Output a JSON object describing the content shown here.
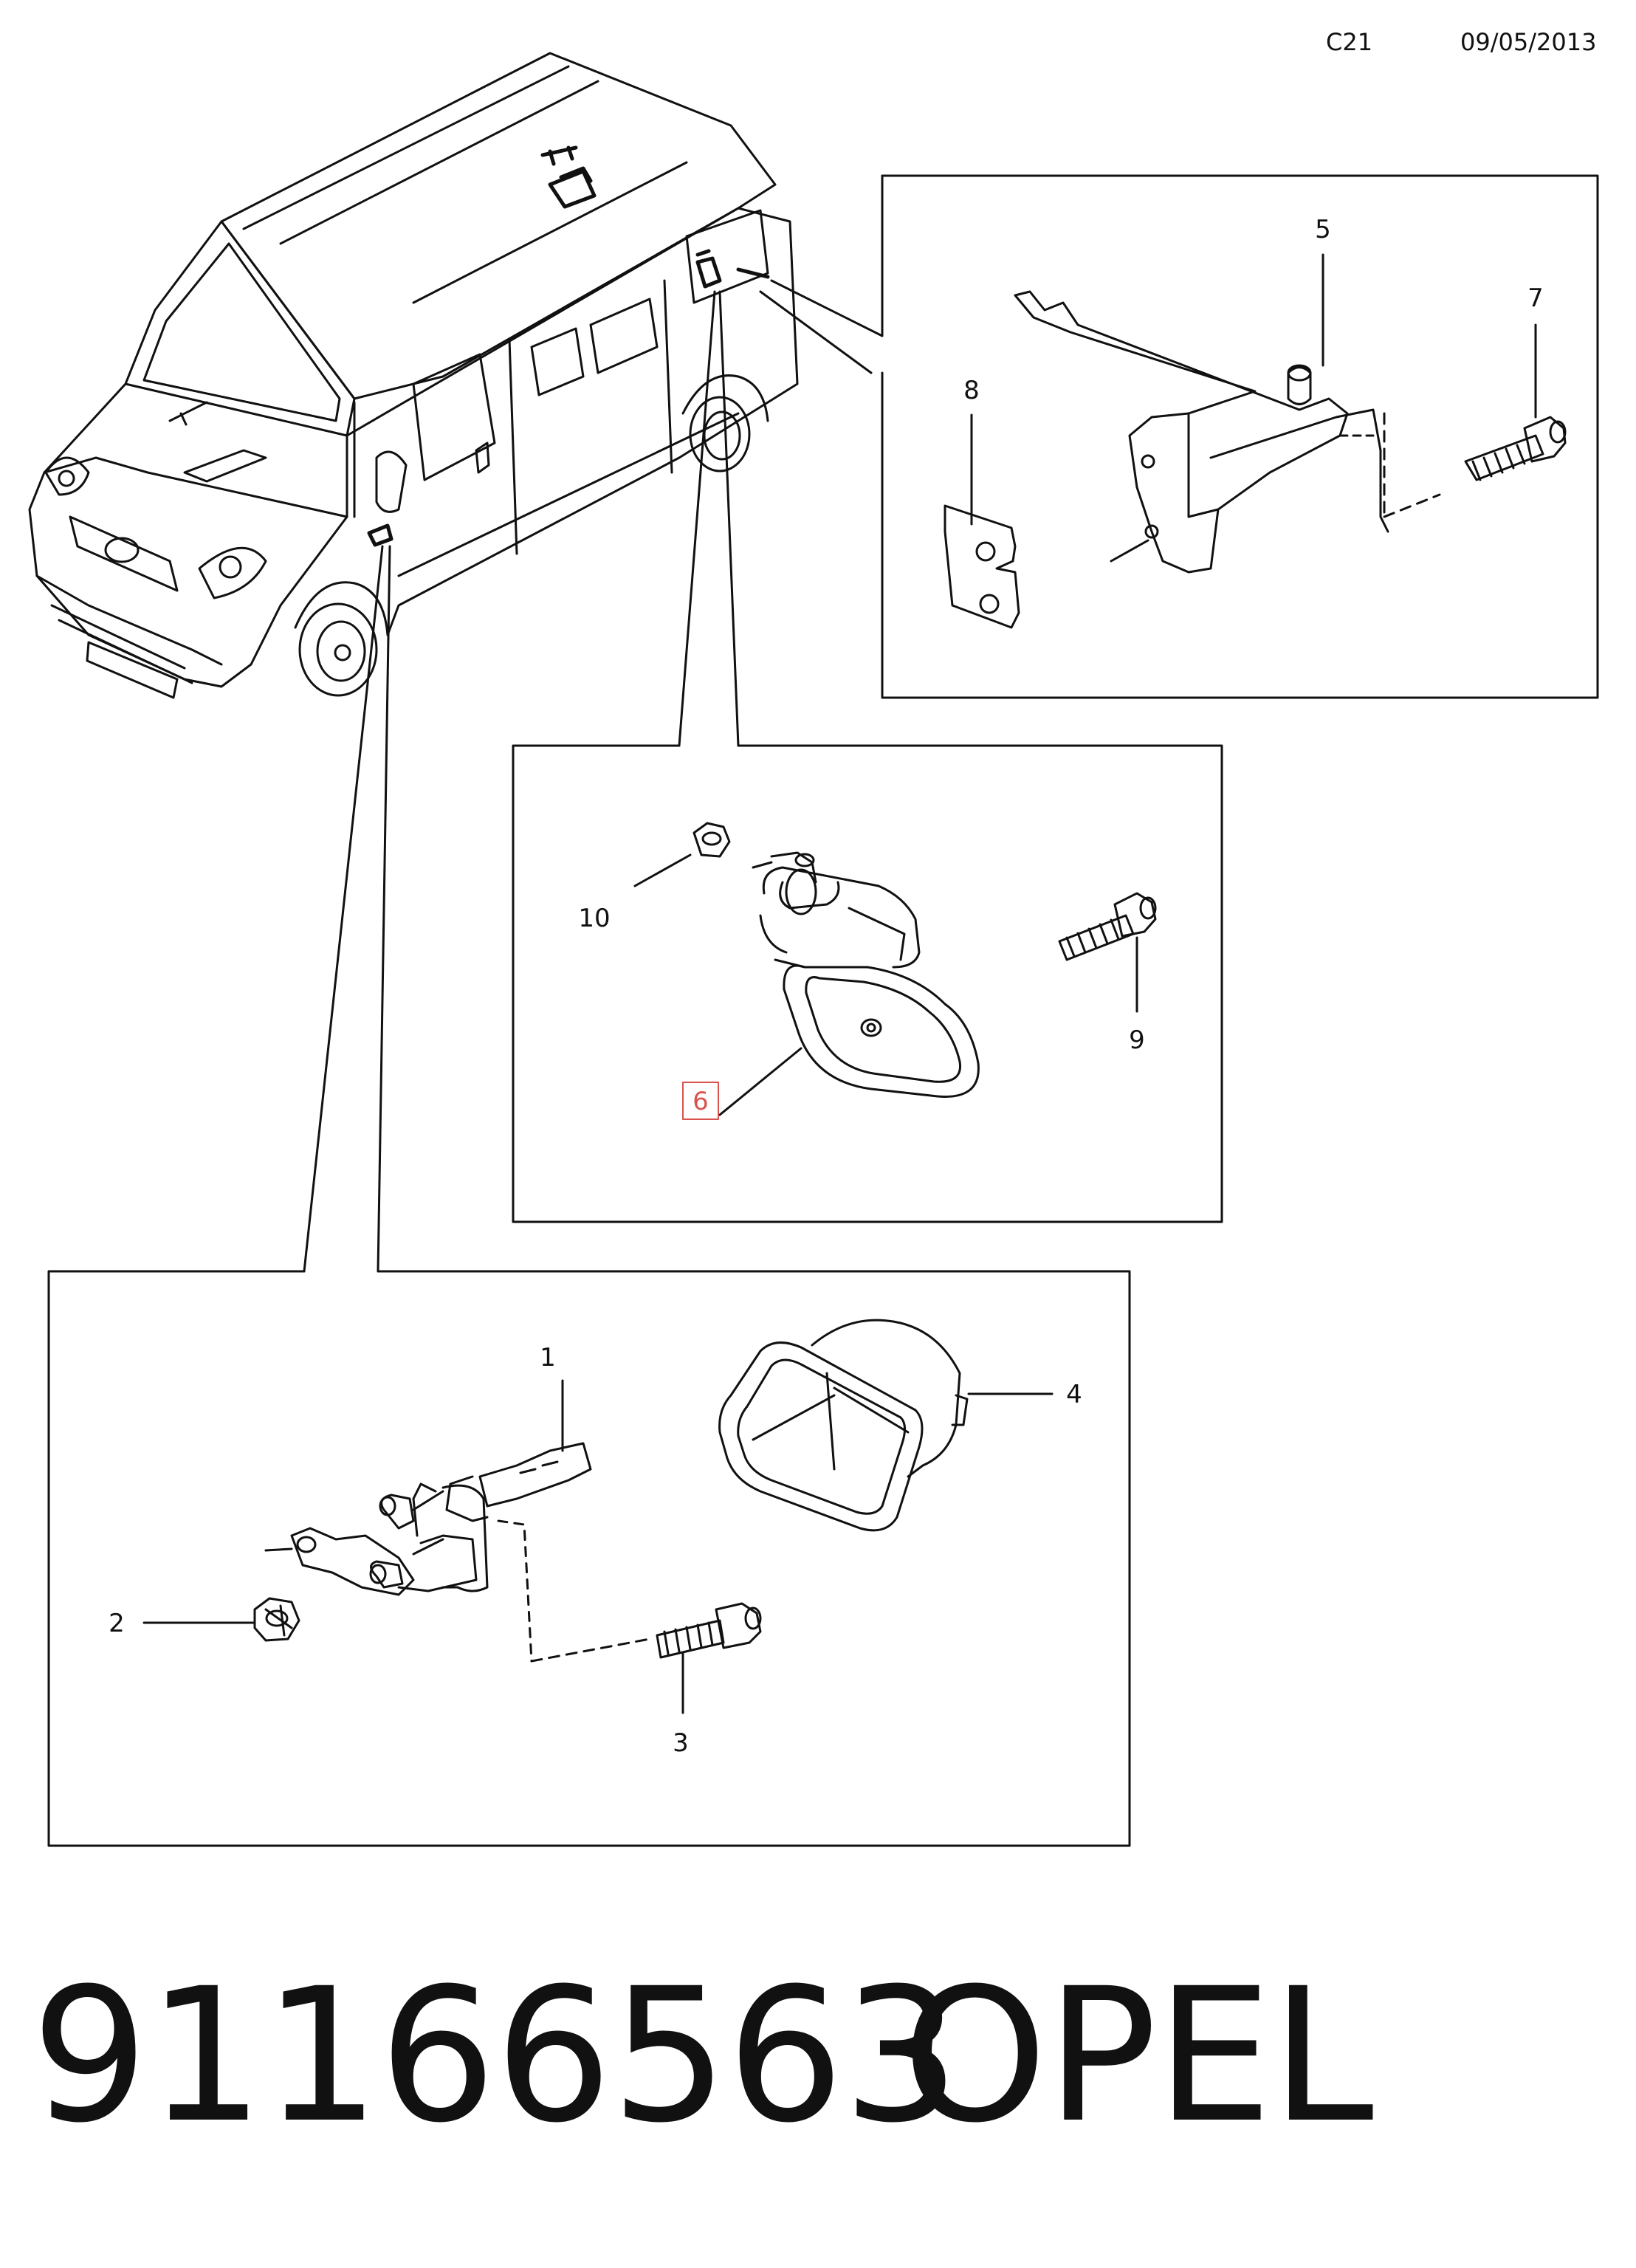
{
  "header": {
    "code": "C21",
    "date": "09/05/2013"
  },
  "callouts": {
    "c1": "1",
    "c2": "2",
    "c3": "3",
    "c4": "4",
    "c5": "5",
    "c6": "6",
    "c7": "7",
    "c8": "8",
    "c9": "9",
    "c10": "10"
  },
  "highlight_color": "#d9534f",
  "footer": {
    "part_number": "91166563",
    "brand": "OPEL"
  }
}
